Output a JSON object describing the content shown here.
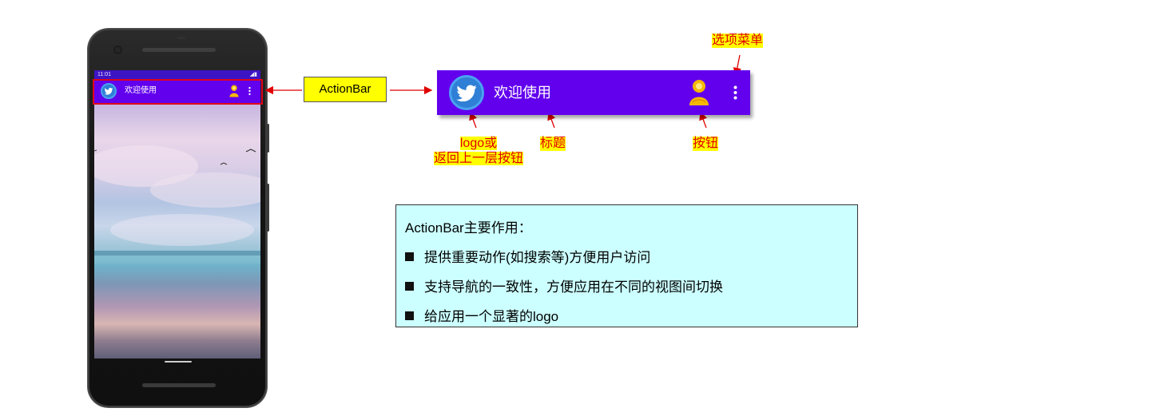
{
  "phone": {
    "status_time": "11:01",
    "app_title": "欢迎使用"
  },
  "callout": {
    "label": "ActionBar"
  },
  "action_bar": {
    "title": "欢迎使用",
    "logo_icon": "twitter-bird-icon",
    "button_icon": "user-icon",
    "menu_icon": "overflow-menu-icon",
    "bar_color": "#6200ee"
  },
  "annotations": {
    "options_menu": "选项菜单",
    "logo_line1": "logo或",
    "logo_line2": "返回上一层按钮",
    "title": "标题",
    "button": "按钮"
  },
  "info": {
    "heading": "ActionBar主要作用：",
    "items": [
      "提供重要动作(如搜索等)方便用户访问",
      "支持导航的一致性，方便应用在不同的视图间切换",
      "给应用一个显著的logo"
    ]
  },
  "colors": {
    "annotation_text": "#e00000",
    "highlight": "#ffff00",
    "info_bg": "#ccffff"
  }
}
